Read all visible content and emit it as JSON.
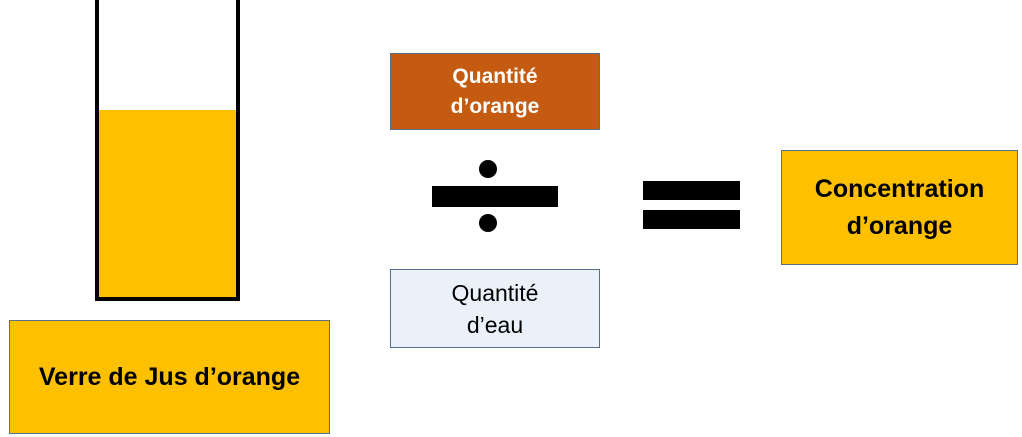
{
  "colors": {
    "juice": "#ffc000",
    "orange_box": "#c55a11",
    "water_box": "#eaf1fb",
    "concentration_box": "#ffc000",
    "glass_label_box": "#ffc000",
    "orange_box_text": "#ffffff"
  },
  "glass": {
    "label": "Verre de Jus d’orange",
    "fill_level": 0.63
  },
  "numerator": {
    "label": "Quantité\nd’orange"
  },
  "denominator": {
    "label": "Quantité\nd’eau"
  },
  "result": {
    "label": "Concentration\nd’orange"
  },
  "operators": {
    "divide": "division-sign",
    "equals": "equals-sign"
  }
}
